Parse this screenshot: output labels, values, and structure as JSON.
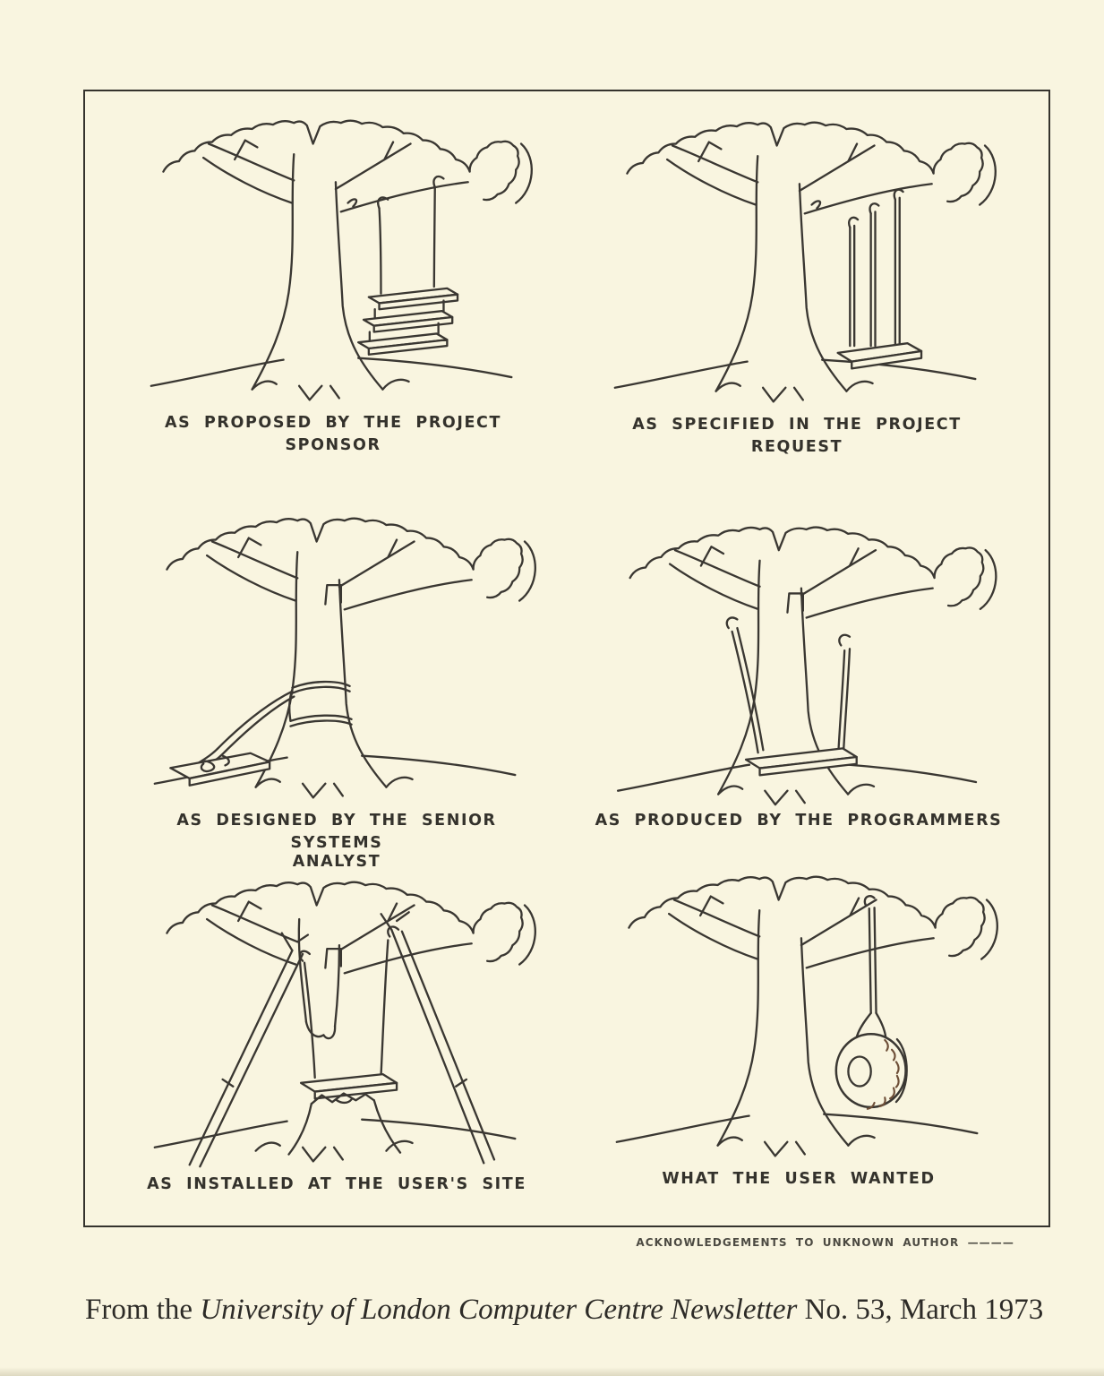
{
  "colors": {
    "paper": "#f9f5e0",
    "ink": "#3a3732",
    "border": "#35332d",
    "tire_tread": "#6e4f38"
  },
  "panels": [
    {
      "name": "proposed-by-project-sponsor",
      "caption": "AS PROPOSED BY THE PROJECT SPONSOR"
    },
    {
      "name": "specified-in-project-request",
      "caption": "AS SPECIFIED IN THE PROJECT REQUEST"
    },
    {
      "name": "designed-by-senior-systems-analyst",
      "caption": "AS DESIGNED BY THE SENIOR SYSTEMS",
      "caption2": "ANALYST"
    },
    {
      "name": "produced-by-programmers",
      "caption": "AS PRODUCED BY THE PROGRAMMERS"
    },
    {
      "name": "installed-at-users-site",
      "caption": "AS INSTALLED AT THE USER'S SITE"
    },
    {
      "name": "what-the-user-wanted",
      "caption": "WHAT THE USER WANTED"
    }
  ],
  "acknowledgement": "ACKNOWLEDGEMENTS TO UNKNOWN AUTHOR ————",
  "footer": {
    "prefix": "From the ",
    "italic": "University of London Computer Centre Newsletter",
    "suffix": " No. 53, March 1973"
  }
}
